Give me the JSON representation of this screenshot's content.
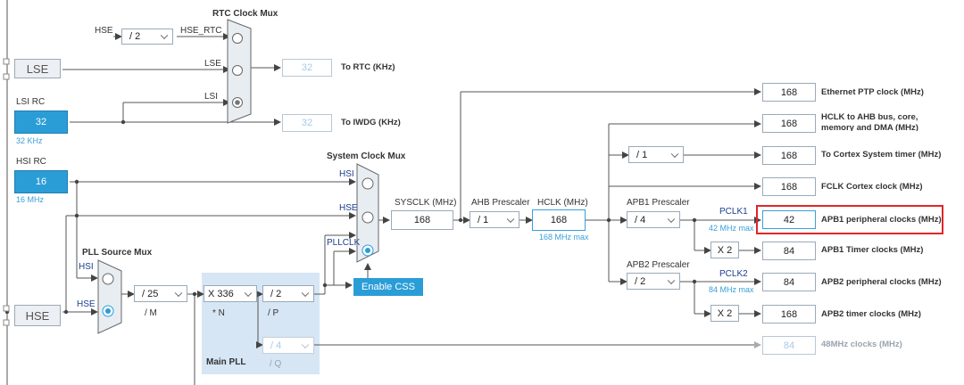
{
  "rtc": {
    "mux_title": "RTC Clock Mux",
    "in_hse": "HSE",
    "div": "/ 2",
    "hse_rtc": "HSE_RTC",
    "lse_label": "LSE",
    "lsi_label": "LSI",
    "out_value": "32",
    "out_label": "To RTC (KHz)"
  },
  "lse": {
    "label": "LSE"
  },
  "lsi": {
    "title": "LSI RC",
    "value": "32",
    "freq": "32 KHz"
  },
  "iwdg": {
    "value": "32",
    "label": "To IWDG (KHz)"
  },
  "hsi": {
    "title": "HSI RC",
    "value": "16",
    "freq": "16 MHz"
  },
  "hse": {
    "label": "HSE"
  },
  "pll_mux": {
    "title": "PLL Source Mux",
    "hsi": "HSI",
    "hse": "HSE"
  },
  "pll": {
    "m_value": "/ 25",
    "m_label": "/ M",
    "n_value": "X 336",
    "n_label": "* N",
    "p_value": "/ 2",
    "p_label": "/ P",
    "q_value": "/ 4",
    "q_label": "/ Q",
    "title": "Main PLL",
    "usb_value": "84",
    "usb_label": "48MHz clocks (MHz)"
  },
  "sys_mux": {
    "title": "System Clock Mux",
    "hsi": "HSI",
    "hse": "HSE",
    "pllclk": "PLLCLK"
  },
  "enable_css": "Enable CSS",
  "sysclk": {
    "label": "SYSCLK (MHz)",
    "value": "168"
  },
  "ahb": {
    "label": "AHB Prescaler",
    "value": "/ 1"
  },
  "hclk": {
    "label": "HCLK (MHz)",
    "value": "168",
    "max": "168 MHz max"
  },
  "apb1": {
    "label": "APB1 Prescaler",
    "value": "/ 4",
    "pclk": "PCLK1",
    "max": "42 MHz max",
    "timer_mult": "X 2"
  },
  "apb2": {
    "label": "APB2 Prescaler",
    "value": "/ 2",
    "pclk": "PCLK2",
    "max": "84 MHz max",
    "timer_mult": "X 2"
  },
  "cortex_div": "/ 1",
  "outputs": {
    "eth": {
      "value": "168",
      "label": "Ethernet PTP clock (MHz)"
    },
    "hclk": {
      "value": "168",
      "label": "HCLK to AHB bus, core,",
      "label2": "memory and DMA (MHz)"
    },
    "cortex": {
      "value": "168",
      "label": "To Cortex System timer (MHz)"
    },
    "fclk": {
      "value": "168",
      "label": "FCLK Cortex clock (MHz)"
    },
    "apb1p": {
      "value": "42",
      "label": "APB1 peripheral clocks (MHz)"
    },
    "apb1t": {
      "value": "84",
      "label": "APB1 Timer clocks (MHz)"
    },
    "apb2p": {
      "value": "84",
      "label": "APB2 peripheral clocks (MHz)"
    },
    "apb2t": {
      "value": "168",
      "label": "APB2 timer clocks (MHz)"
    }
  },
  "colors": {
    "accent": "#2a9dd7",
    "highlight": "#e0262a",
    "wire": "#555555"
  }
}
